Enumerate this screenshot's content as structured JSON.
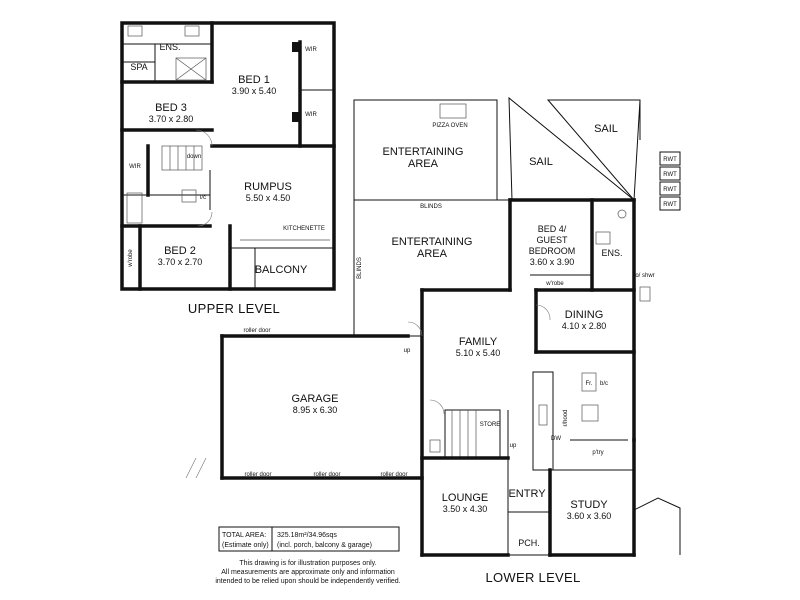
{
  "upper": {
    "level": "UPPER LEVEL",
    "ens": "ENS.",
    "spa": "SPA",
    "wir1": "WIR",
    "wir2": "WIR",
    "wir3": "WIR",
    "bed1": "BED 1",
    "bed1_size": "3.90 x 5.40",
    "bed3": "BED 3",
    "bed3_size": "3.70 x 2.80",
    "down": "down",
    "lc": "l/c",
    "rumpus": "RUMPUS",
    "rumpus_size": "5.50 x 4.50",
    "kitchenette": "KITCHENETTE",
    "wrobe": "w'robe",
    "bed2": "BED 2",
    "bed2_size": "3.70 x 2.70",
    "balcony": "BALCONY"
  },
  "lower": {
    "level": "LOWER LEVEL",
    "pizza_oven": "PIZZA OVEN",
    "ent1_a": "ENTERTAINING",
    "ent1_b": "AREA",
    "blinds_h": "BLINDS",
    "blinds_v": "BLINDS",
    "ent2_a": "ENTERTAINING",
    "ent2_b": "AREA",
    "sail1": "SAIL",
    "sail2": "SAIL",
    "rwt": [
      "RWT",
      "RWT",
      "RWT",
      "RWT"
    ],
    "bed4_a": "BED 4/",
    "bed4_b": "GUEST",
    "bed4_c": "BEDROOM",
    "bed4_size": "3.60 x 3.90",
    "ens": "ENS.",
    "shwr": "o/ shwr",
    "wrobe": "w'robe",
    "dining": "DINING",
    "dining_size": "4.10 x 2.80",
    "family": "FAMILY",
    "family_size": "5.10 x 5.40",
    "roller_top": "roller door",
    "up1": "up",
    "garage": "GARAGE",
    "garage_size": "8.95 x 6.30",
    "roller_1": "roller door",
    "roller_2": "roller door",
    "roller_3": "roller door",
    "store": "STORE",
    "up2": "up",
    "fr": "Fr.",
    "bic": "b/c",
    "rhood": "r/hood",
    "dw": "DW",
    "ptry": "p'try",
    "lounge": "LOUNGE",
    "lounge_size": "3.50 x 4.30",
    "entry": "ENTRY",
    "study": "STUDY",
    "study_size": "3.60 x 3.60",
    "porch": "PCH."
  },
  "area": {
    "label_1": "TOTAL AREA:",
    "label_2": "(Estimate only)",
    "value_1": "325.18m²/34.96sqs",
    "value_2": "(incl. porch, balcony & garage)"
  },
  "disclaimer": [
    "This drawing is for illustration purposes only.",
    "All measurements are approximate only and information",
    "intended to be relied upon should be independently verified."
  ]
}
